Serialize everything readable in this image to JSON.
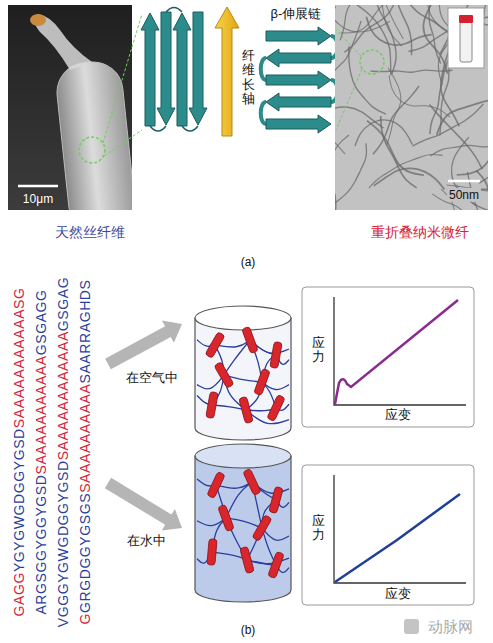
{
  "diagram": {
    "labels": [
      "10μm",
      "β-伸展链",
      "纤维长轴",
      "50nm",
      "天然丝纤维",
      "重折叠纳米微纤",
      "(a)",
      "GAGG",
      "YGYGWGDGGYGSD",
      "SAAAAAAAAAAASG",
      "ARGSGGYGGYGSD",
      "SAAAAAAAAAAA",
      "GSGAGG",
      "VGGGYGWGDGGYGSD",
      "SAAAAAAAAAAAA",
      "GSGAG",
      "G",
      "GRGDGGYGSGS",
      "SAAAAAAAAAA",
      "SAARRAGHDS",
      "在空气中",
      "应力",
      "应变",
      "在水中",
      "应力",
      "应变",
      "(b)",
      "动脉网"
    ]
  }
}
